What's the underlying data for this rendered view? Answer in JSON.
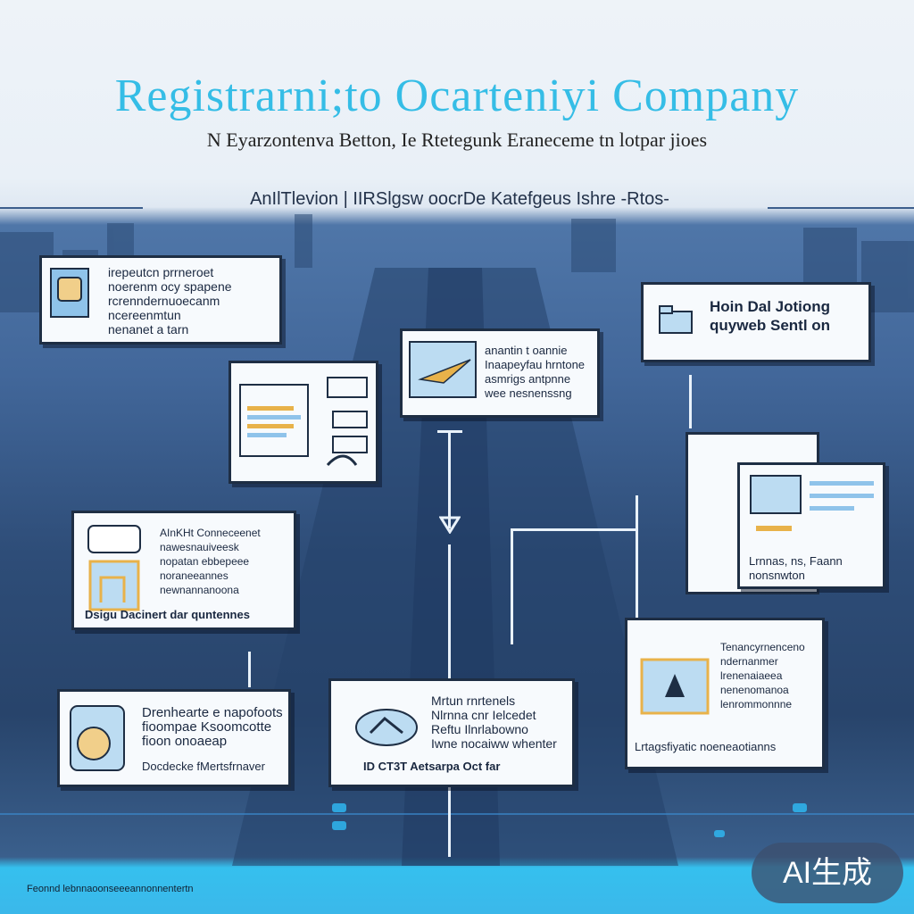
{
  "header": {
    "title": "Registrarni;to Ocarteniyi Company",
    "subtitle": "N Eyarzontenva Betton, Ie Rtetegunk Eraneceme tn lotpar jioes",
    "tagline": "AnIlTlevion | IIRSlgsw oocrDe Katefgeus Ishre -Rtos-"
  },
  "cards": {
    "c1": {
      "text": "irepeutcn prrneroet\nnoerenm ocy spapene\nrcrenndernuoecanm\nncereenmtun\nnenanet a tarn"
    },
    "c2": {
      "text": "anantin t oannie\nInaapeyfau hrntone\nasmrigs antpnne\nwee nesnenssng"
    },
    "c3": {
      "title": "Hoin Dal Jotiong\nquyweb Sentl on"
    },
    "c4": {
      "text": "AInKHt Conneceenet\nnawesnauiveesk\nnopatan ebbepeee\nnoraneeannes\nnewnannanoona",
      "footer": "Dsigu Dacinert dar quntennes"
    },
    "c5": {
      "text": "Lrnnas, ns, Faann\nnonsnwton"
    },
    "c6": {
      "text": "Drenhearte e napofoots\nfioompae Ksoomcotte\nfioon onoaeap",
      "footer": "Docdecke fMertsfrnaver"
    },
    "c7": {
      "text": "Mrtun rnrtenels\nNlrnna cnr Ielcedet\nReftu Ilnrlabowno\nIwne nocaiww whenter",
      "footer": "ID CT3T Aetsarpa Oct far"
    },
    "c8": {
      "text": "Tenancyrnenceno\nndernanmer\nlrenenaiaeea\nnenenomanoa\nlenrommonnne",
      "footer": "Lrtagsfiyatic noeneaotianns"
    }
  },
  "footer": {
    "text": "Feonnd lebnnaoonseeeannonnentertn"
  },
  "badge": {
    "label": "AI生成"
  },
  "colors": {
    "title": "#35bde6",
    "accent": "#e8b24a",
    "card_border": "#1e2e44",
    "footer": "#3bb8ea"
  }
}
